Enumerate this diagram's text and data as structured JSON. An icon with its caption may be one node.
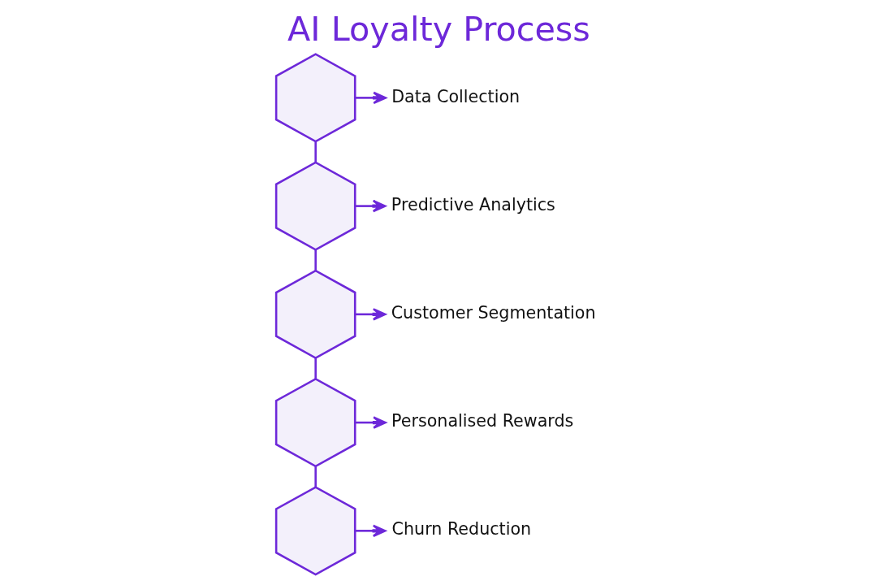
{
  "diagram": {
    "title": "AI Loyalty Process",
    "nodes": [
      {
        "text": [],
        "shape": "hexagon"
      },
      {
        "text": [
          "Data Collection"
        ]
      },
      {
        "text": [],
        "shape": "hexagon"
      },
      {
        "text": [
          "Predictive Analytics"
        ]
      },
      {
        "text": [],
        "shape": "hexagon"
      },
      {
        "text": [
          "Customer Segmentation"
        ]
      },
      {
        "text": [],
        "shape": "hexagon"
      },
      {
        "text": [
          "Personalised Rewards"
        ]
      },
      {
        "text": [],
        "shape": "hexagon"
      },
      {
        "text": [
          "Churn Reduction"
        ]
      }
    ],
    "edges": [
      {
        "from": 0,
        "to": 1,
        "arrow": "to"
      },
      {
        "from": 2,
        "to": 3,
        "arrow": "to"
      },
      {
        "from": 4,
        "to": 5,
        "arrow": "to"
      },
      {
        "from": 6,
        "to": 7,
        "arrow": "to"
      },
      {
        "from": 8,
        "to": 9,
        "arrow": "to"
      },
      {
        "from": 0,
        "to": 2,
        "arrow": "none"
      },
      {
        "from": 2,
        "to": 4,
        "arrow": "none"
      },
      {
        "from": 4,
        "to": 6,
        "arrow": "none"
      },
      {
        "from": 6,
        "to": 8,
        "arrow": "none"
      }
    ]
  }
}
